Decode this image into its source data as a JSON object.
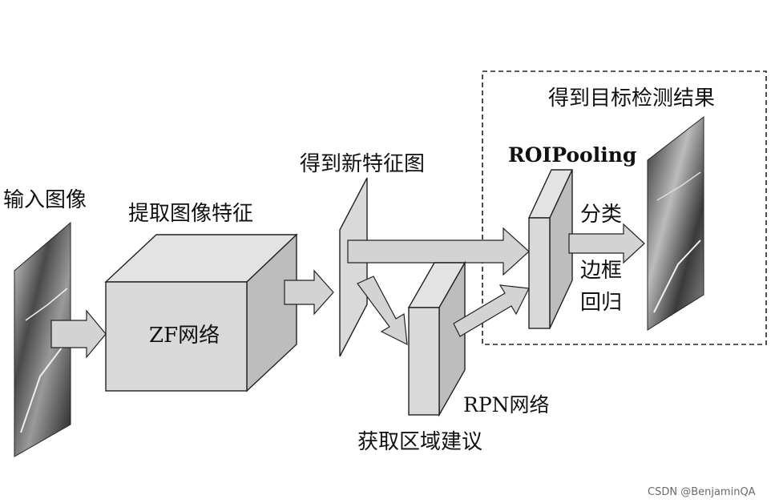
{
  "labels": {
    "input_image": "输入图像",
    "extract_features": "提取图像特征",
    "zf_net": "ZF网络",
    "new_feature_map": "得到新特征图",
    "rpn_net": "RPN网络",
    "region_proposals": "获取区域建议",
    "roi_pooling": "ROIPooling",
    "detection_result": "得到目标检测结果",
    "classification": "分类",
    "bbox_reg_1": "边框",
    "bbox_reg_2": "回归"
  },
  "watermark": "CSDN @BenjaminQA",
  "colors": {
    "block_fill": "#d9d9d9",
    "block_shade": "#bdbdbd",
    "arrow_fill": "#d3d3d3",
    "outline": "#222222"
  }
}
